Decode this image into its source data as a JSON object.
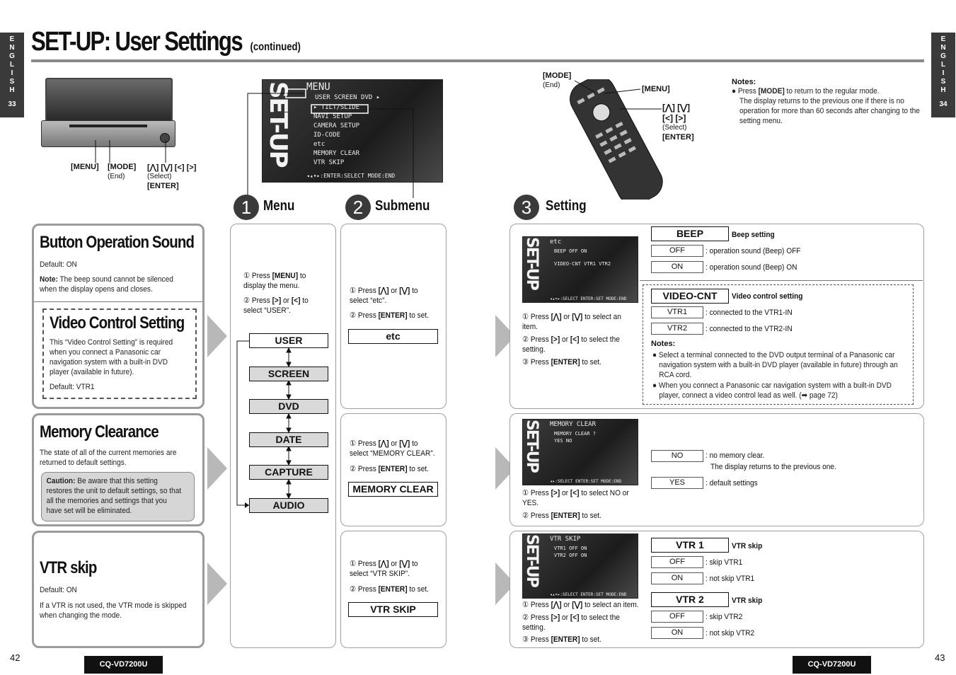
{
  "side_left": {
    "letters": [
      "E",
      "N",
      "G",
      "L",
      "I",
      "S",
      "H"
    ],
    "page": "33"
  },
  "side_right": {
    "letters": [
      "E",
      "N",
      "G",
      "L",
      "I",
      "S",
      "H"
    ],
    "page": "34"
  },
  "title": "SET-UP: User Settings",
  "title_suffix": "(continued)",
  "unit_labels": {
    "menu": "[MENU]",
    "mode": "[MODE]",
    "end": "(End)",
    "arrows": "[⋀] [⋁] [<] [>]",
    "select": "(Select)",
    "enter": "[ENTER]"
  },
  "remote_labels": {
    "mode": "[MODE]",
    "end": "(End)",
    "menu": "[MENU]",
    "arrows1": "[⋀] [⋁]",
    "arrows2": "[<] [>]",
    "select": "(Select)",
    "enter": "[ENTER]"
  },
  "notes": {
    "heading": "Notes:",
    "items": [
      "Press [MODE] to return to the regular mode.",
      "The display returns to the previous one if there is no operation for more than 60 seconds after changing to the setting menu."
    ]
  },
  "screen_main": {
    "side": "SET-UP",
    "title": "MENU",
    "tabs": "USER   SCREEN   DVD ▸",
    "items": [
      "▸ TILT/SLIDE",
      "NAVI SETUP",
      "CAMERA SETUP",
      "ID-CODE",
      "etc",
      "MEMORY CLEAR",
      "VTR SKIP"
    ],
    "footer": "◂▴▾▸:ENTER:SELECT      MODE:END"
  },
  "steps": [
    {
      "num": "1",
      "label": "Menu"
    },
    {
      "num": "2",
      "label": "Submenu"
    },
    {
      "num": "3",
      "label": "Setting"
    }
  ],
  "sections": {
    "button_sound": {
      "title": "Button Operation Sound",
      "default": "Default: ON",
      "note_label": "Note:",
      "note": " The beep sound cannot be silenced when the display opens and closes."
    },
    "video_control": {
      "title": "Video Control Setting",
      "desc": "This “Video Control Setting” is required when you connect a Panasonic car navigation system with a built-in DVD player (available in future).",
      "default": "Default: VTR1"
    },
    "memory_clear": {
      "title": "Memory Clearance",
      "desc": "The state of all of the current memories are returned to default settings.",
      "caution_label": "Caution:",
      "caution": " Be aware that this setting restores the unit to default settings, so that all the memories and settings that you have set will be eliminated."
    },
    "vtr_skip": {
      "title": "VTR skip",
      "default": "Default: ON",
      "desc": "If a VTR is not used, the VTR mode is skipped when changing the mode."
    }
  },
  "menu_column": {
    "step1": "① Press [MENU] to display the menu.",
    "step2": "② Press [>] or [<] to select “USER”.",
    "items": [
      "USER",
      "SCREEN",
      "DVD",
      "DATE",
      "CAPTURE",
      "AUDIO"
    ]
  },
  "submenu_column": {
    "etc_step1": "① Press [⋀] or [⋁] to select “etc”.",
    "etc_step2": "② Press [ENTER] to set.",
    "etc_label": "etc",
    "mc_step1": "① Press [⋀] or [⋁] to select “MEMORY CLEAR”.",
    "mc_step2": "② Press [ENTER] to set.",
    "mc_label": "MEMORY CLEAR",
    "vtr_step1": "① Press [⋀] or [⋁] to select “VTR SKIP”.",
    "vtr_step2": "② Press [ENTER] to set.",
    "vtr_label": "VTR SKIP"
  },
  "setting_etc": {
    "screen": {
      "side": "SET-UP",
      "title": "etc",
      "rows": [
        "BEEP      OFF  ON",
        "VIDEO-CNT  VTR1 VTR2"
      ],
      "footer": "◂▴▾▸:SELECT  ENTER:SET  MODE:END"
    },
    "step1": "① Press [⋀] or [⋁] to select an item.",
    "step2": "② Press [>] or [<] to select the setting.",
    "step3": "③ Press [ENTER] to set.",
    "beep": {
      "label": "BEEP",
      "desc": "Beep setting",
      "options": [
        {
          "opt": "OFF",
          "desc": ": operation sound (Beep) OFF"
        },
        {
          "opt": "ON",
          "desc": ": operation sound (Beep) ON"
        }
      ]
    },
    "video_cnt": {
      "label": "VIDEO-CNT",
      "desc": "Video control setting",
      "options": [
        {
          "opt": "VTR1",
          "desc": ": connected to the VTR1-IN"
        },
        {
          "opt": "VTR2",
          "desc": ": connected to the VTR2-IN"
        }
      ]
    },
    "notes_heading": "Notes:",
    "notes": [
      "Select a terminal connected to the DVD output terminal of a Panasonic car navigation system with a built-in DVD player (available in future) through an RCA cord.",
      "When you connect a Panasonic car navigation system with a built-in DVD player, connect a video control lead as well. (➡ page 72)"
    ]
  },
  "setting_mc": {
    "screen": {
      "side": "SET-UP",
      "title": "MEMORY CLEAR",
      "rows": [
        "MEMORY CLEAR ?",
        "YES   NO"
      ],
      "footer": "◂▸:SELECT  ENTER:SET  MODE:END"
    },
    "step1": "① Press [>] or [<] to select NO or YES.",
    "step2": "② Press [ENTER] to set.",
    "options": [
      {
        "opt": "NO",
        "desc": ": no memory clear.",
        "desc2": "The display returns to the previous one."
      },
      {
        "opt": "YES",
        "desc": ": default settings"
      }
    ]
  },
  "setting_vtr": {
    "screen": {
      "side": "SET-UP",
      "title": "VTR SKIP",
      "rows": [
        "VTR1   OFF  ON",
        "VTR2   OFF  ON"
      ],
      "footer": "◂▴▾▸:SELECT  ENTER:SET  MODE:END"
    },
    "step1": "① Press [⋀] or [⋁] to select an item.",
    "step2": "② Press [>] or [<] to select the setting.",
    "step3": "③ Press [ENTER] to set.",
    "vtr1": {
      "label": "VTR 1",
      "desc": "VTR skip",
      "options": [
        {
          "opt": "OFF",
          "desc": ": skip VTR1"
        },
        {
          "opt": "ON",
          "desc": ": not skip VTR1"
        }
      ]
    },
    "vtr2": {
      "label": "VTR 2",
      "desc": "VTR skip",
      "options": [
        {
          "opt": "OFF",
          "desc": ": skip VTR2"
        },
        {
          "opt": "ON",
          "desc": ": not skip VTR2"
        }
      ]
    }
  },
  "footer": {
    "page_left": "42",
    "page_right": "43",
    "model": "CQ-VD7200U"
  }
}
